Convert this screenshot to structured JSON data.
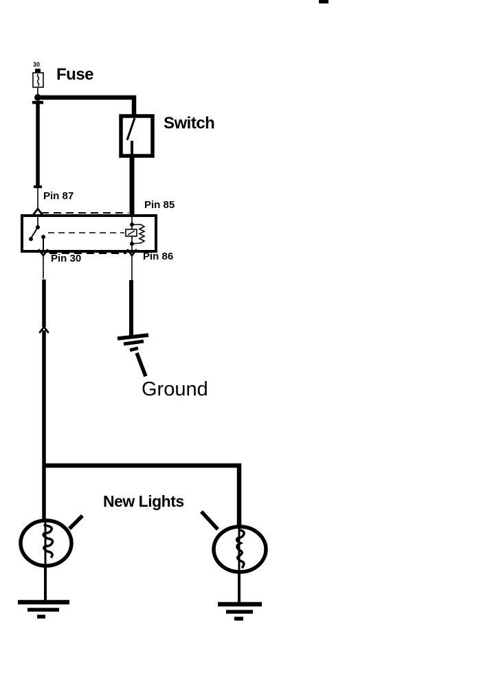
{
  "page": {
    "background": "#ffffff",
    "ink": "#000000"
  },
  "diagram": {
    "type": "automotive-relay-wiring-diagram",
    "labels": {
      "fuse": "Fuse",
      "fuse_rating": "30",
      "switch": "Switch",
      "ground": "Ground",
      "new_lights": "New Lights"
    },
    "relay_pins": {
      "pin87": "Pin 87",
      "pin85": "Pin 85",
      "pin30": "Pin 30",
      "pin86": "Pin 86"
    },
    "connections": [
      "Fuse (30) feeds Pin 87 and Switch",
      "Switch feeds Pin 85",
      "Pin 86 to Ground",
      "Pin 30 feeds New Lights",
      "New Lights (2 lamps) each to Ground"
    ]
  }
}
